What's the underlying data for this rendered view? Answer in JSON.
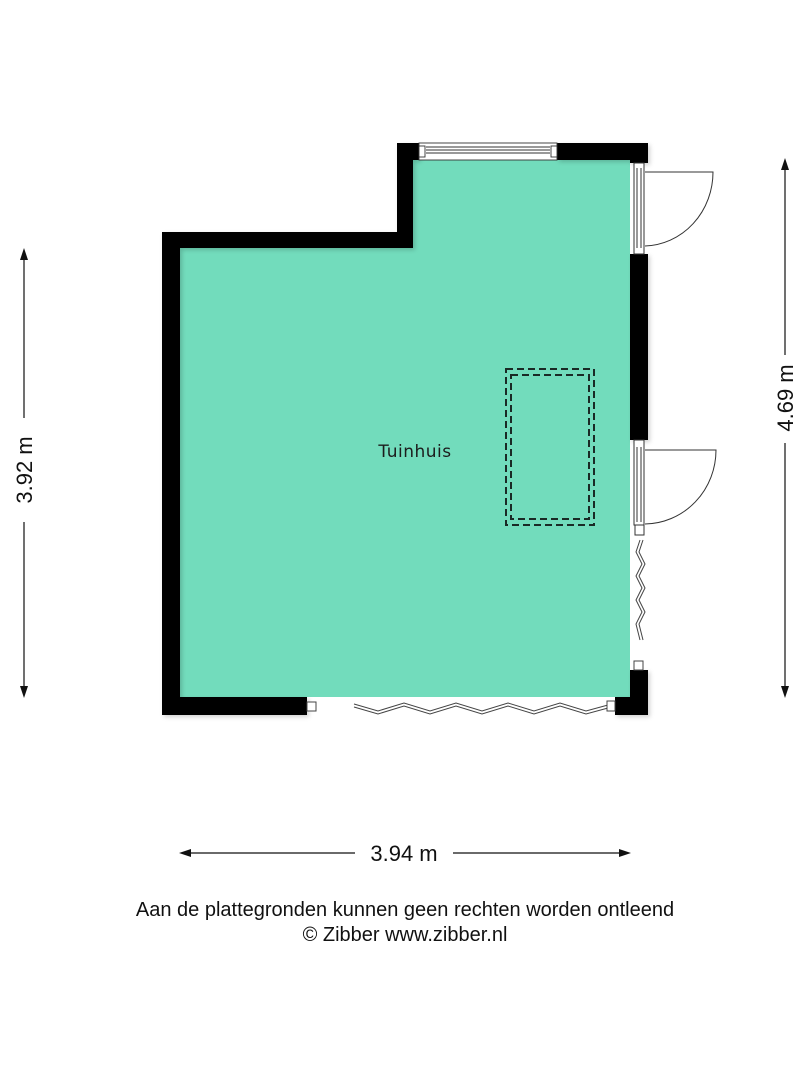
{
  "floorplan": {
    "room": {
      "name": "Tuinhuis",
      "fill_color": "#72dcbc"
    },
    "wall_color": "#000000",
    "dimensions": {
      "left": "3.92 m",
      "right": "4.69 m",
      "bottom": "3.94 m"
    },
    "elements": [
      "window-top",
      "door-right-upper",
      "door-right-lower",
      "sliding-door-right",
      "sliding-door-bottom",
      "skylight-dashed"
    ]
  },
  "footer": {
    "disclaimer": "Aan de plattegronden kunnen geen rechten worden ontleend",
    "credit": "© Zibber www.zibber.nl"
  }
}
